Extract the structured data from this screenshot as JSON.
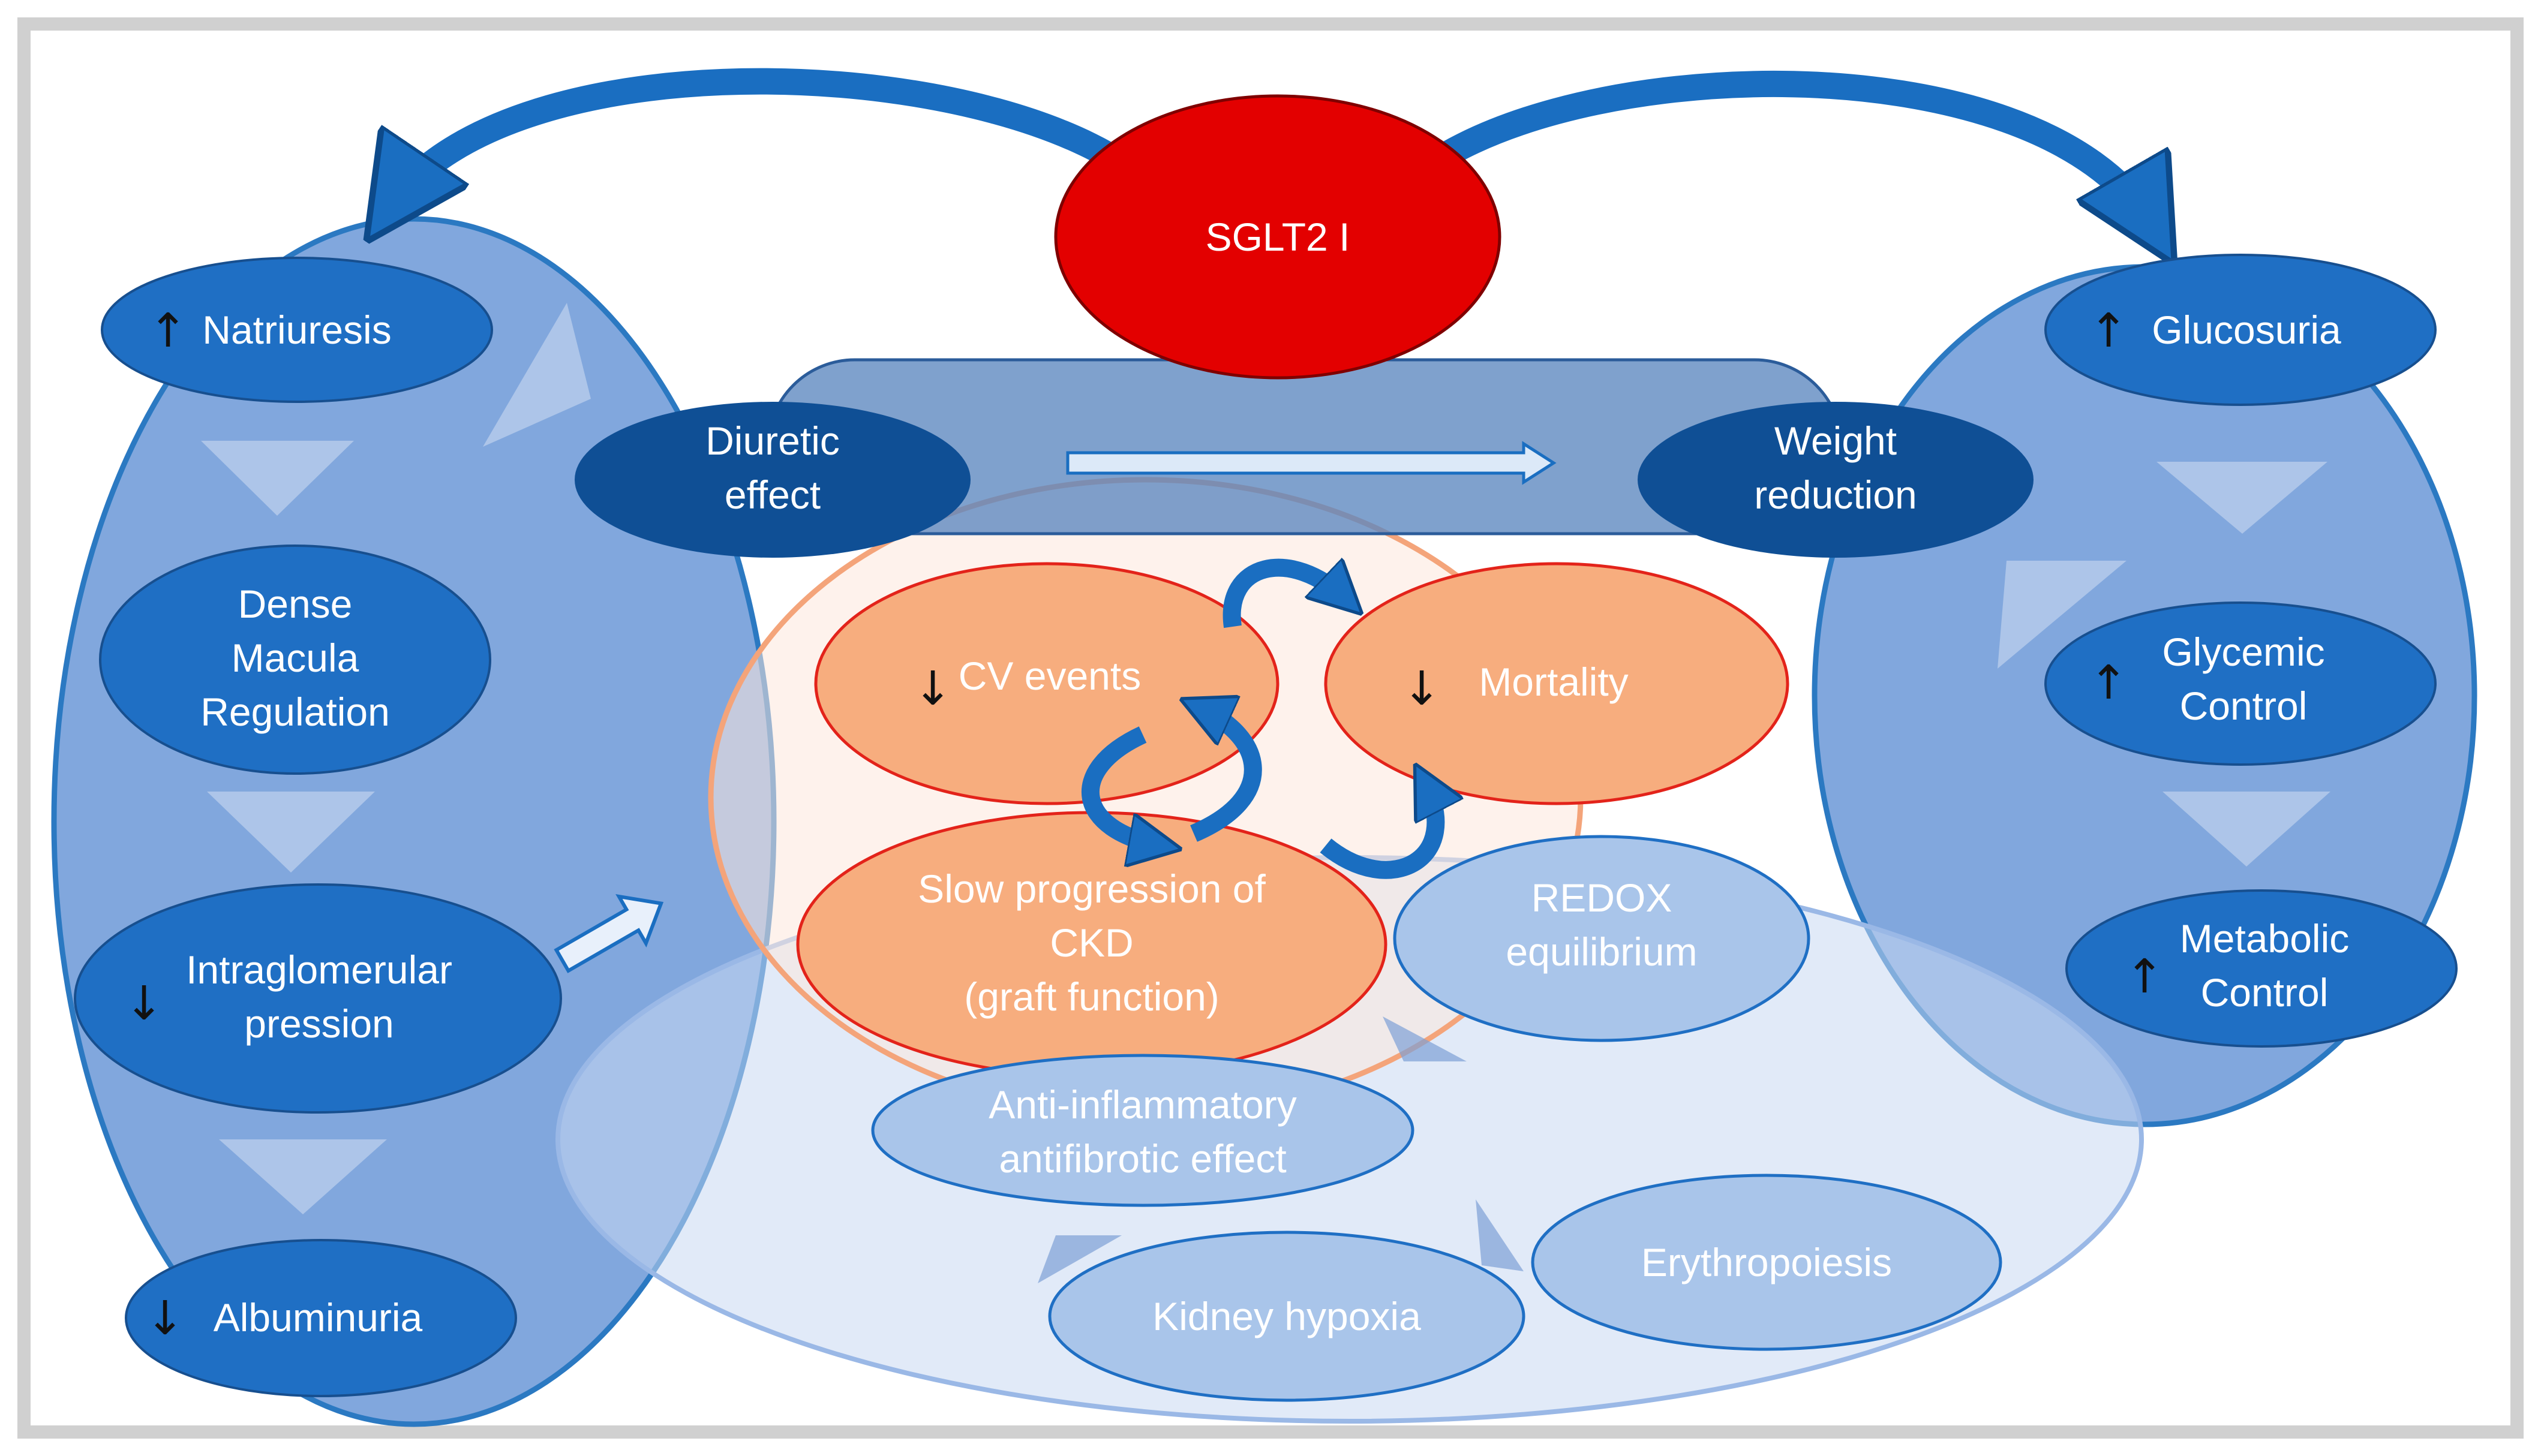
{
  "colors": {
    "frame_border": "#c9c9c9",
    "big_blue": "#6f9bd8",
    "node_blue": "#1f6fc4",
    "node_dark": "#0f4f95",
    "sglt2_red": "#e30000",
    "orange_node": "#f7ad7e",
    "orange_outline": "#e3231a",
    "light_node": "#a9c5ea",
    "arrow_blue": "#1a6ec1"
  },
  "center": {
    "sglt2": "SGLT2 I",
    "diuretic_line1": "Diuretic",
    "diuretic_line2": "effect",
    "weight_line1": "Weight",
    "weight_line2": "reduction"
  },
  "left_column": {
    "natriuresis": {
      "arrow": "↑",
      "label": "Natriuresis"
    },
    "dense_macula": {
      "line1": "Dense",
      "line2": "Macula",
      "line3": "Regulation"
    },
    "intraglomerular": {
      "arrow": "↓",
      "line1": "Intraglomerular",
      "line2": "pression"
    },
    "albuminuria": {
      "arrow": "↓",
      "label": "Albuminuria"
    }
  },
  "right_column": {
    "glucosuria": {
      "arrow": "↑",
      "label": "Glucosuria"
    },
    "glycemic": {
      "arrow": "↑",
      "line1": "Glycemic",
      "line2": "Control"
    },
    "metabolic": {
      "arrow": "↑",
      "line1": "Metabolic",
      "line2": "Control"
    }
  },
  "outcomes": {
    "cv_events": {
      "arrow": "↓",
      "label": "CV events"
    },
    "mortality": {
      "arrow": "↓",
      "label": "Mortality"
    },
    "ckd_line1": "Slow progression of",
    "ckd_line2": "CKD",
    "ckd_line3": "(graft function)"
  },
  "mechanisms": {
    "redox_line1": "REDOX",
    "redox_line2": "equilibrium",
    "anti_line1": "Anti-inflammatory",
    "anti_line2": "antifibrotic effect",
    "erythropoiesis": "Erythropoiesis",
    "kidney_hypoxia": "Kidney hypoxia"
  }
}
